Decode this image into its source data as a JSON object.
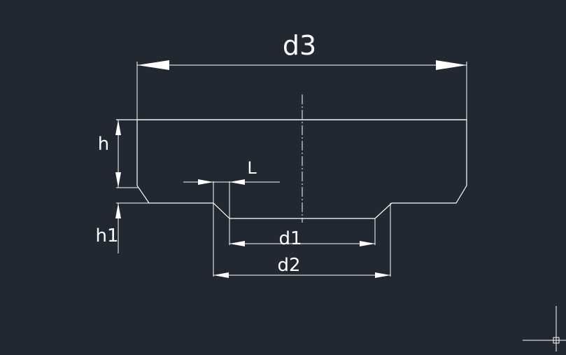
{
  "drawing": {
    "labels": {
      "d3": "d3",
      "h": "h",
      "L": "L",
      "h1": "h1",
      "d1": "d1",
      "d2": "d2"
    },
    "colors": {
      "background": "#222831",
      "lines": "#ffffff"
    }
  }
}
